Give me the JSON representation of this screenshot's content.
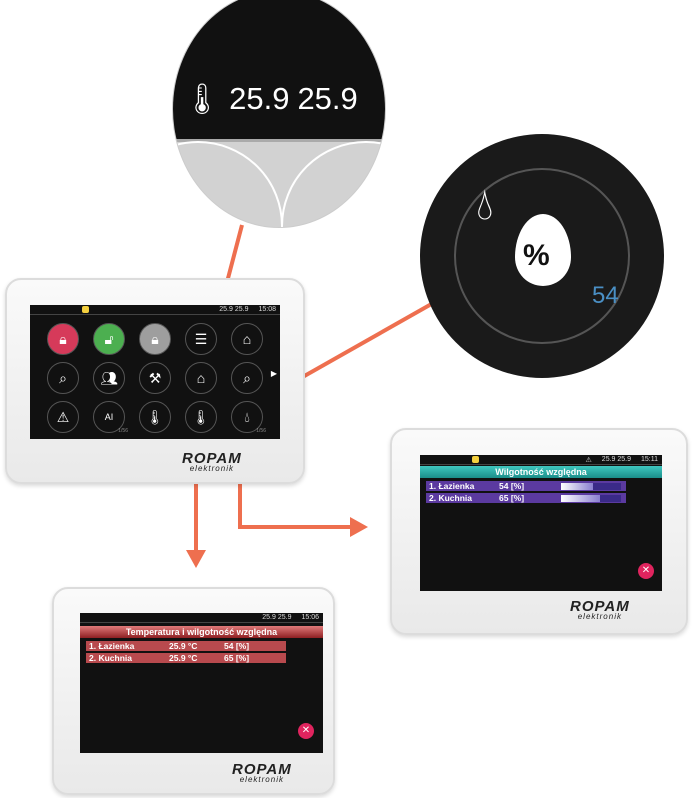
{
  "zoom_temp": {
    "value1": "25.9",
    "value2": "25.9"
  },
  "zoom_humidity": {
    "symbol": "%",
    "value": "54"
  },
  "main_panel": {
    "status": {
      "temp": "25.9 25.9",
      "time": "15:08"
    },
    "icons": [
      "lock-red",
      "lock-green",
      "lock-grey",
      "zones-list",
      "house-search",
      "zone-search",
      "users",
      "tools",
      "house-zones",
      "doc-search",
      "warning",
      "chart-ai",
      "thermometer-arrows",
      "thermometer-drops",
      "humidity-drops"
    ],
    "badges": {
      "chart": "1/56",
      "humidity": "1/56"
    }
  },
  "humidity_panel": {
    "status": {
      "temp": "25.9 25.9",
      "time": "15:11"
    },
    "title": "Wilgotność względna",
    "rows": [
      {
        "name": "1. Łazienka",
        "value": "54 [%]",
        "fill": 0.54
      },
      {
        "name": "2. Kuchnia",
        "value": "65 [%]",
        "fill": 0.65
      }
    ]
  },
  "temp_panel": {
    "status": {
      "temp": "25.9 25.9",
      "time": "15:06"
    },
    "title": "Temperatura i wilgotność względna",
    "rows": [
      {
        "name": "1. Łazienka",
        "temp": "25.9 °C",
        "hum": "54 [%]"
      },
      {
        "name": "2. Kuchnia",
        "temp": "25.9 °C",
        "hum": "65 [%]"
      }
    ]
  },
  "brand": {
    "logo": "ROPAM",
    "sub": "elektronik"
  },
  "colors": {
    "accent": "#ee6f4f",
    "humidity": "#4a8fc4"
  }
}
